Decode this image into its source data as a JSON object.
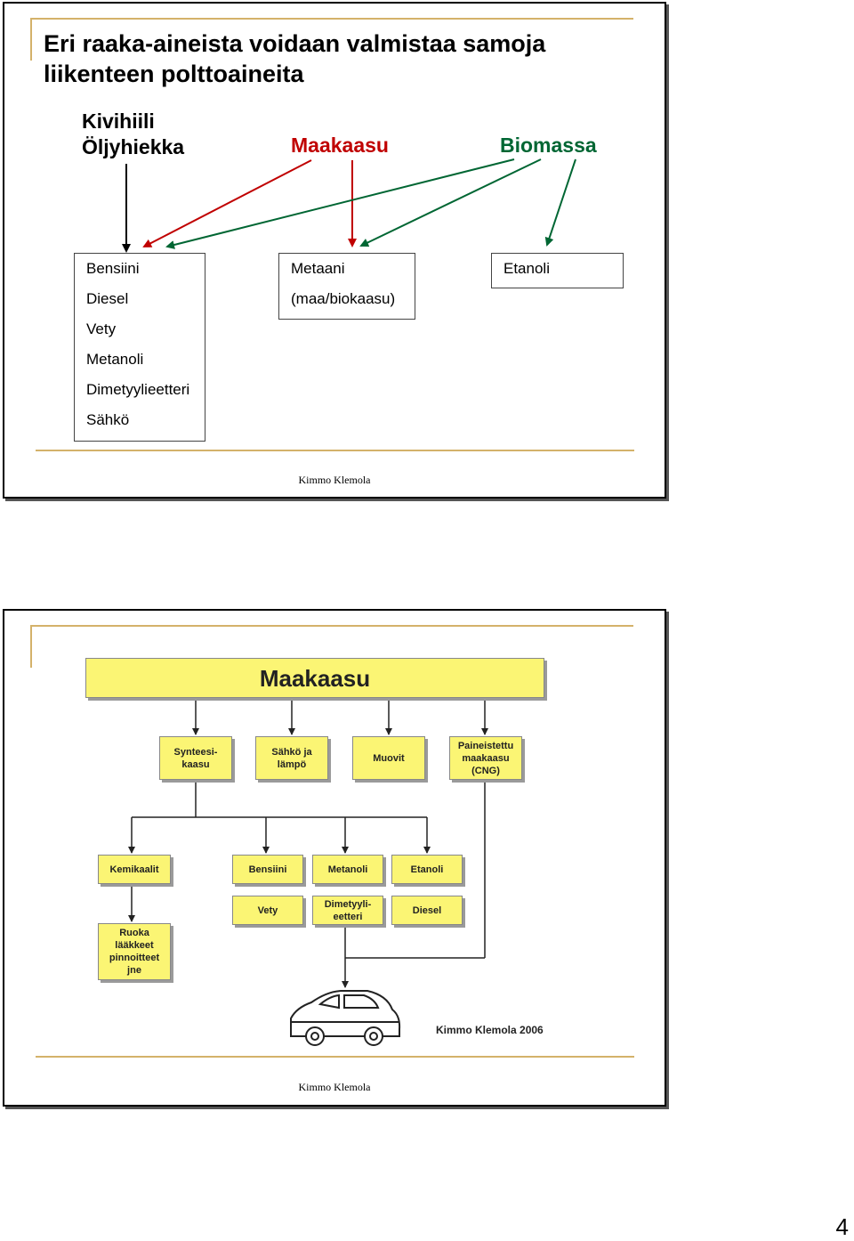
{
  "slide1": {
    "title": "Eri raaka-aineista voidaan valmistaa samoja liikenteen polttoaineita",
    "sources": {
      "kivihiili": "Kivihiili",
      "oljyhiekka": "Öljyhiekka",
      "maakaasu": "Maakaasu",
      "biomassa": "Biomassa"
    },
    "box_left": [
      "Bensiini",
      "Diesel",
      "Vety",
      "Metanoli",
      "Dimetyylieetteri",
      "Sähkö"
    ],
    "box_mid": [
      "Metaani",
      "(maa/biokaasu)"
    ],
    "box_right": [
      "Etanoli"
    ],
    "footer": "Kimmo Klemola",
    "colors": {
      "maakaasu": "#c00000",
      "biomassa": "#006633",
      "kivihiili": "#000000"
    }
  },
  "slide2": {
    "top": "Maakaasu",
    "row1": [
      "Synteesi-\nkaasu",
      "Sähkö ja\nlämpö",
      "Muovit",
      "Paineistettu\nmaakaasu\n(CNG)"
    ],
    "row2": [
      "Kemikaalit",
      "Bensiini",
      "Metanoli",
      "Etanoli"
    ],
    "row3": [
      "Vety",
      "Dimetyyli-\neetteri",
      "Diesel"
    ],
    "food": "Ruoka\nlääkkeet\npinnoitteet\njne",
    "credit": "Kimmo Klemola 2006",
    "footer": "Kimmo Klemola",
    "box_color": "#fbf574"
  },
  "page_number": "4"
}
